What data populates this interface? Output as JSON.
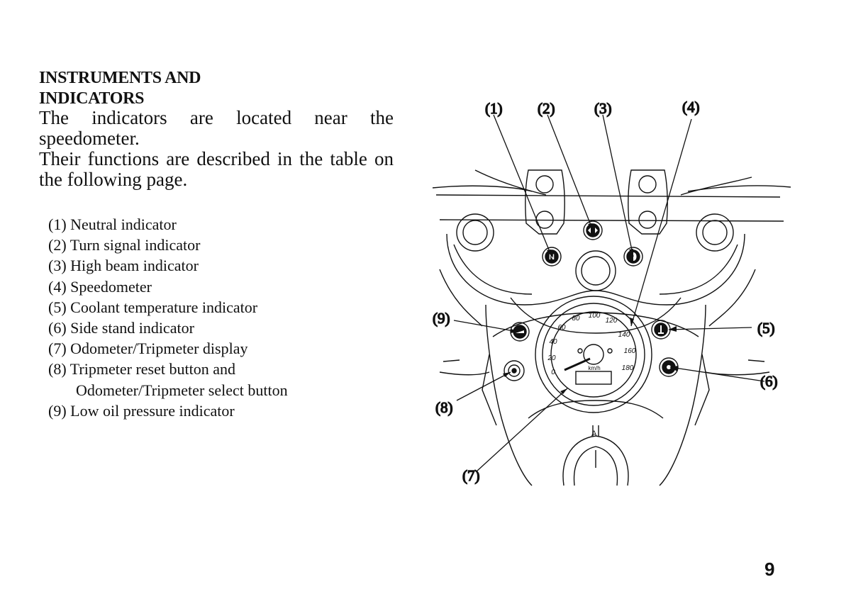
{
  "section": {
    "title_line1": "INSTRUMENTS AND",
    "title_line2": "INDICATORS",
    "intro_line1": "The indicators are located near the speedometer.",
    "intro_line2": "Their functions are described in the table on the following page."
  },
  "legend": [
    "(1) Neutral indicator",
    "(2) Turn signal indicator",
    "(3) High beam indicator",
    "(4) Speedometer",
    "(5) Coolant temperature indicator",
    "(6) Side stand indicator",
    "(7) Odometer/Tripmeter display",
    "(8) Tripmeter reset button and",
    "Odometer/Tripmeter select button",
    "(9) Low oil pressure indicator"
  ],
  "figure": {
    "callouts": [
      "(1)",
      "(2)",
      "(3)",
      "(4)",
      "(5)",
      "(6)",
      "(7)",
      "(8)",
      "(9)"
    ],
    "icons": [
      "neutral-icon",
      "turn-signal-icon",
      "high-beam-icon",
      "coolant-icon",
      "side-stand-icon",
      "oil-pressure-icon",
      "reset-button-icon"
    ],
    "indicator_letter": "N",
    "gauge_ticks": [
      "0",
      "20",
      "40",
      "60",
      "80",
      "100",
      "120",
      "140",
      "160",
      "180"
    ],
    "unit": "km/h",
    "fuel_mark": "A"
  },
  "page_number": "9"
}
